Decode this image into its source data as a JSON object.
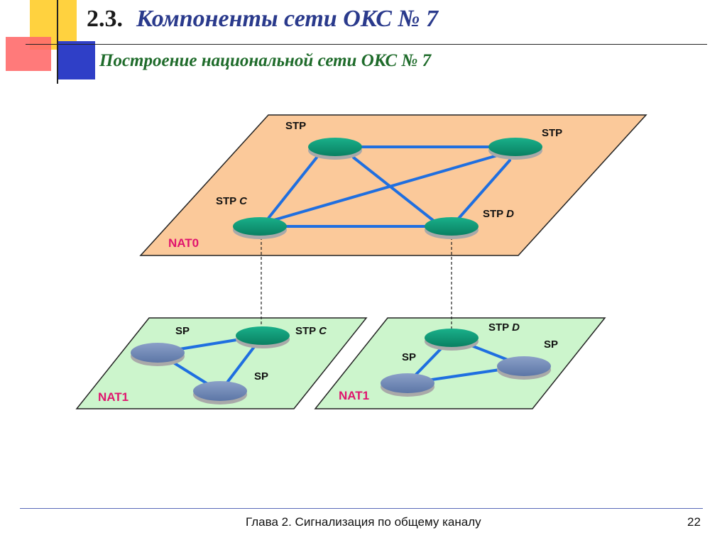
{
  "header": {
    "section_number": "2.3.",
    "title": "Компоненты сети ОКС № 7",
    "subtitle": "Построение национальной сети ОКС № 7"
  },
  "diagram": {
    "nat0": {
      "label": "NAT0",
      "nodes": {
        "stp_top_left": "STP",
        "stp_top_right": "STP",
        "stp_c_prefix": "STP",
        "stp_c_suffix": "C",
        "stp_d_prefix": "STP",
        "stp_d_suffix": "D"
      }
    },
    "nat1_left": {
      "label": "NAT1",
      "nodes": {
        "sp_top": "SP",
        "stp_c_prefix": "STP",
        "stp_c_suffix": "C",
        "sp_bottom": "SP"
      }
    },
    "nat1_right": {
      "label": "NAT1",
      "nodes": {
        "stp_d_prefix": "STP",
        "stp_d_suffix": "D",
        "sp_left": "SP",
        "sp_right": "SP"
      }
    },
    "colors": {
      "nat0_plane": "#fbc99a",
      "nat1_plane": "#ccf5cc",
      "link": "#1f6fe0",
      "stp_node": "#0f9a78",
      "sp_node": "#6f88b4",
      "network_label": "#e0156e"
    }
  },
  "footer": {
    "chapter": "Глава 2. Сигнализация по общему каналу",
    "page": "22"
  }
}
